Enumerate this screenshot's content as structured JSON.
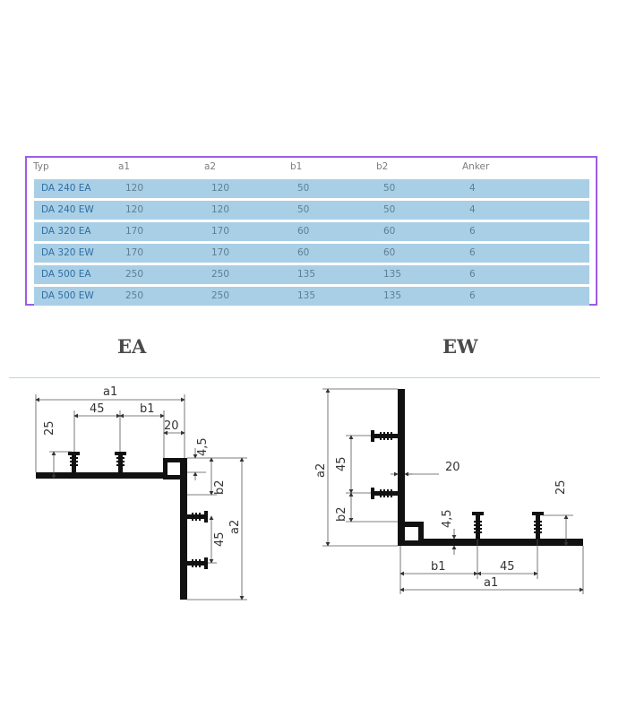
{
  "table": {
    "headers": [
      "Typ",
      "a1",
      "a2",
      "b1",
      "b2",
      "Anker"
    ],
    "rows": [
      [
        "DA 240 EA",
        "120",
        "120",
        "50",
        "50",
        "4"
      ],
      [
        "DA 240 EW",
        "120",
        "120",
        "50",
        "50",
        "4"
      ],
      [
        "DA 320 EA",
        "170",
        "170",
        "60",
        "60",
        "6"
      ],
      [
        "DA 320 EW",
        "170",
        "170",
        "60",
        "60",
        "6"
      ],
      [
        "DA 500 EA",
        "250",
        "250",
        "135",
        "135",
        "6"
      ],
      [
        "DA 500 EW",
        "250",
        "250",
        "135",
        "135",
        "6"
      ]
    ]
  },
  "labels": {
    "ea": "EA",
    "ew": "EW"
  },
  "dims": {
    "ea": {
      "a1": "a1",
      "b1": "b1",
      "d45_top": "45",
      "d20": "20",
      "d25": "25",
      "d45_vert": "4,5",
      "b2": "b2",
      "d45_side": "45",
      "a2": "a2"
    },
    "ew": {
      "a2": "a2",
      "d45": "45",
      "b2": "b2",
      "d20": "20",
      "d45_vert": "4,5",
      "d25": "25",
      "b1": "b1",
      "d45_bottom": "45",
      "a1": "a1"
    }
  },
  "colors": {
    "row_fill": "#a9cfe6",
    "frame": "#9b5de5",
    "profile": "#111111"
  }
}
